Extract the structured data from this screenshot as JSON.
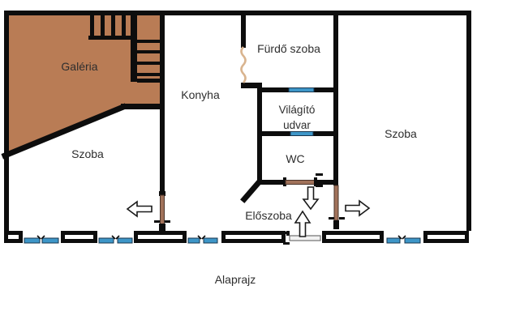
{
  "title": "Alaprajz",
  "labels": {
    "galeria": "Galéria",
    "szoba_left": "Szoba",
    "konyha": "Konyha",
    "furdo_szoba": "Fürdő szoba",
    "vilagito_1": "Világító",
    "vilagito_2": "udvar",
    "wc": "WC",
    "szoba_right": "Szoba",
    "eloszoba": "Előszoba",
    "caption": "Alaprajz"
  },
  "symbols": {
    "arrow_directions": [
      "left",
      "down",
      "up",
      "right"
    ],
    "staircase": "stairs-to-gallery",
    "entrance_door": "main-entrance"
  },
  "colors": {
    "background": "#ffffff",
    "wall": "#0d0d0d",
    "gallery": "#b97c55",
    "window": "#3e96c8",
    "window_border": "#17344d",
    "door": "#a1725a",
    "door_dark": "#4a342a",
    "zigzag": "#d9b48f",
    "entrance_door_fill": "#f2f2f2",
    "entrance_door_border": "#707070",
    "arrow_fill": "#ffffff",
    "arrow_border": "#1a1a1a",
    "text": "#2e2e2e"
  }
}
